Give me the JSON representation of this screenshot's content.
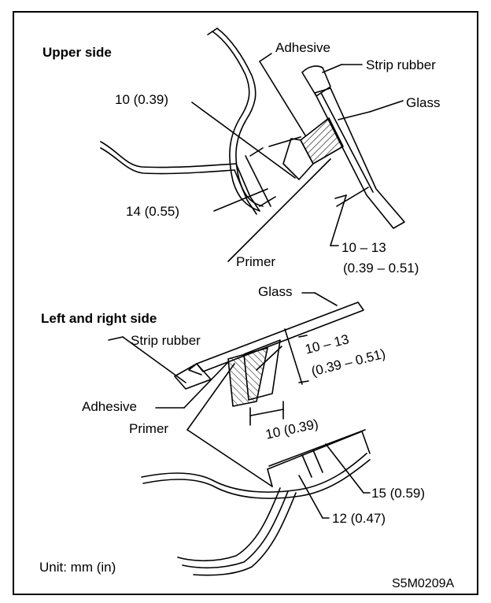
{
  "upper": {
    "heading": "Upper side",
    "adhesive": "Adhesive",
    "strip_rubber": "Strip rubber",
    "glass": "Glass",
    "dim_width": "10 (0.39)",
    "dim_height": "14 (0.55)",
    "primer": "Primer",
    "dim_gap_1": "10 – 13",
    "dim_gap_2": "(0.39 – 0.51)"
  },
  "lower": {
    "heading": "Left and right side",
    "glass": "Glass",
    "strip_rubber": "Strip rubber",
    "adhesive": "Adhesive",
    "primer": "Primer",
    "dim_gap_1": "10 – 13",
    "dim_gap_2": "(0.39 – 0.51)",
    "dim_width": "10 (0.39)",
    "dim_15": "15 (0.59)",
    "dim_12": "12 (0.47)"
  },
  "footer": {
    "unit": "Unit: mm (in)",
    "code": "S5M0209A"
  }
}
